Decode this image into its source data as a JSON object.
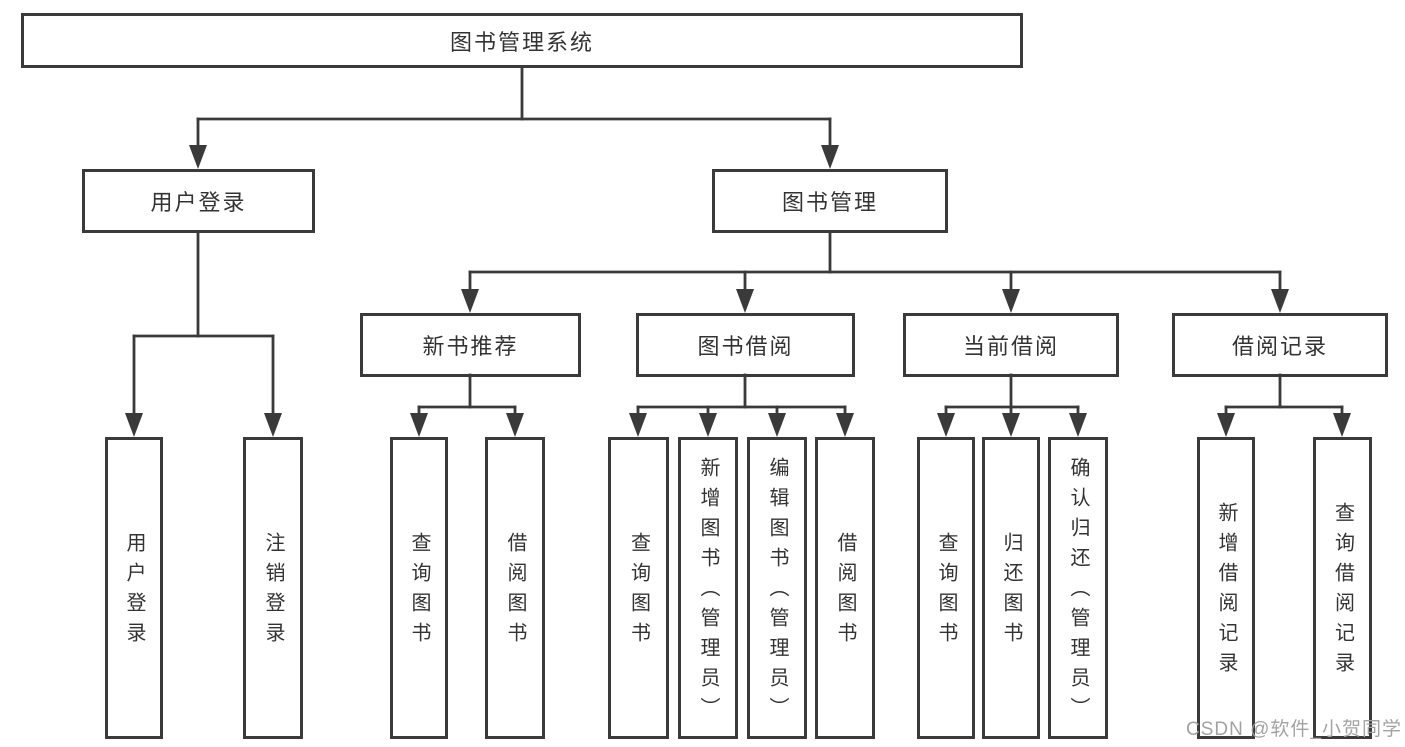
{
  "tree": {
    "label": "图书管理系统",
    "children": [
      {
        "label": "用户登录",
        "children": [
          {
            "label": "用户登录"
          },
          {
            "label": "注销登录"
          }
        ]
      },
      {
        "label": "图书管理",
        "children": [
          {
            "label": "新书推荐",
            "children": [
              {
                "label": "查询图书"
              },
              {
                "label": "借阅图书"
              }
            ]
          },
          {
            "label": "图书借阅",
            "children": [
              {
                "label": "查询图书"
              },
              {
                "label": "新增图书（管理员）"
              },
              {
                "label": "编辑图书（管理员）"
              },
              {
                "label": "借阅图书"
              }
            ]
          },
          {
            "label": "当前借阅",
            "children": [
              {
                "label": "查询图书"
              },
              {
                "label": "归还图书"
              },
              {
                "label": "确认归还（管理员）"
              }
            ]
          },
          {
            "label": "借阅记录",
            "children": [
              {
                "label": "新增借阅记录"
              },
              {
                "label": "查询借阅记录"
              }
            ]
          }
        ]
      }
    ]
  },
  "watermark": "CSDN @软件_小贺同学",
  "colors": {
    "line": "#3a3a3a",
    "text": "#333333",
    "watermark": "#a3a3a3",
    "background": "#ffffff"
  }
}
